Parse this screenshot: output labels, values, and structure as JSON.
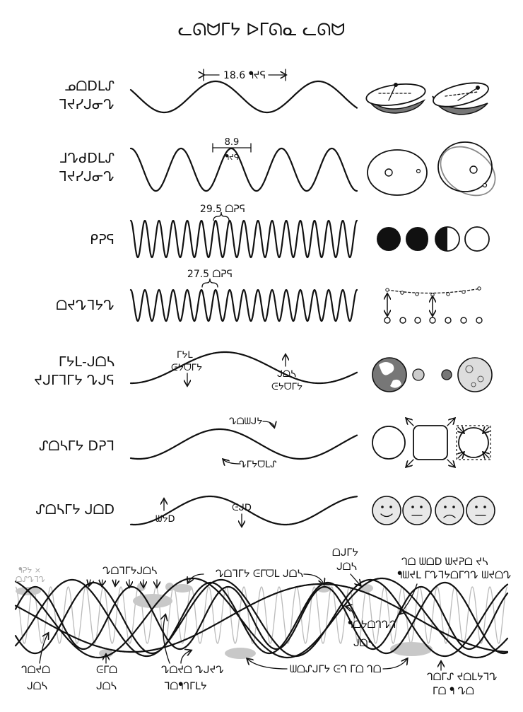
{
  "title": "ᓚᘏᗢᒥᔭ ᐅᒥᘏᓇ ᓚᘏᗢ",
  "rows": [
    {
      "label_line1": "ᓄᗝᗞᒪᔑ",
      "label_line2": "ᒣᔪᓯᒍᓂᖊ",
      "annotation": "18.6 ᖳᔪᕋ",
      "cycles": 2.2
    },
    {
      "label_line1": "ᒧᖊᑯᗞᒪᔑ",
      "label_line2": "ᒣᔪᓯᒍᓂᖊ",
      "annotation_line1": "8.9",
      "annotation_line2": "ᖳᔪᕋ",
      "cycles": 4.5
    },
    {
      "label_line1": "ᑭᕈᕋ",
      "annotation": "29.5 ᗝᕈᕋ",
      "cycles": 16
    },
    {
      "label_line1": "ᗝᔪᖊᒣᔭᖊ",
      "annotation": "27.5 ᗝᕈᕋ",
      "cycles": 16
    },
    {
      "label_line1": "ᒥᔭᒪ-ᒍᗝᓴ",
      "label_line2": "ᔪᒍᒥᒣᒥᔭ ᖊᒍᕋ",
      "annotation_left_line1": "ᒥᔭᒪ",
      "annotation_left_line2": "ᕮᔭᗜᒥᔭ",
      "annotation_right_line1": "ᒍᗝᓴ",
      "annotation_right_line2": "ᕮᔭᗜᒥᔭ",
      "cycles": 1.2
    },
    {
      "label_line1": "ᔑᗝᓴᒥᔭ ᗞᕈᒣ",
      "annotation_top": "ᖊᗝᗯᒍᔭ",
      "annotation_bottom": "ᖊᒥᔭᗜᒪᔑ",
      "cycles": 1.4
    },
    {
      "label_line1": "ᔑᗝᓴᒥᔭ ᒍᗝᗞ",
      "annotation_left": "ᗯᔭᗞ",
      "annotation_right": "ᕮᒍᗞ",
      "cycles": 1.5
    }
  ],
  "combined": {
    "faint_left_line1": "ᖳᕈᔭ ×",
    "faint_left_line2": "ᗝᔑᖊᒣᖊ",
    "labels": [
      "ᖊᗝᒣᒥᔭᒍᗝᓴ",
      "ᖊᗝᒣᒥᔭ ᕮᒥᗜᒪ ᒍᗝᓴ",
      "ᗝᒍᒥᔭ",
      "ᒍᗝᓴ",
      "ᒉᗝ ᗯᗝᗞ ᗯᔪᕈᗝ ᔪᓴ",
      "ᖳᗯᔪᒪ ᒥᖊᒣᔭᗝᒥᒉᖊ ᗯᔪᗝᖊ",
      "ᖳᗝᔭᗝᒉᖊᒉ",
      "ᒍᗝᓴ",
      "ᕮᒥᗝ",
      "ᒍᗝᓴ",
      "ᖊᗝᔪᗝ ᖊᒍᔪᖊ",
      "ᒣᗝᖳᒉᒥᒪᔭ",
      "ᗯᗝᔑᒍᒥᔭ ᕮᒉ ᒥᗝ ᒉᗝ",
      "ᒉᗝᒥᔑ ᔪᗝᒪᔭᒣᖊ",
      "ᒥᗝ ᖳ ᖊᗝ",
      "ᒉᗝᔪᗝ",
      "ᒍᗝᓴ"
    ]
  }
}
